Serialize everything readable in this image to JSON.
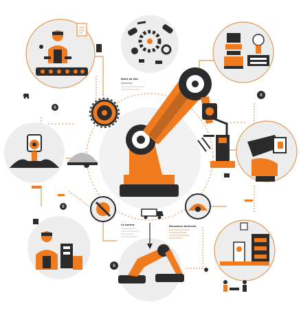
{
  "colors": {
    "accent": "#F07A1E",
    "dark": "#2B2B2B",
    "panel": "#EDEDED",
    "line": "#E09A55",
    "white": "#FFFFFF"
  },
  "labels": {
    "top_note_title": "Beail ab ilae",
    "top_note_sub": "Daowrleon",
    "right_note_title": "Biunomns Aonlrelin",
    "left_note_title": "Cs taelrar"
  },
  "badges": {
    "top_left": "8",
    "right": "8",
    "bottom": "8",
    "left_mid": "8"
  },
  "icons": [
    "robot-arm-icon",
    "worker-monitor-icon",
    "mechanical-parts-icon",
    "machine-stack-icon",
    "inspection-station-icon",
    "gripper-icon",
    "operator-icon",
    "robot-arm-base-icon",
    "assembly-machine-icon",
    "gear-icon",
    "truck-icon"
  ]
}
